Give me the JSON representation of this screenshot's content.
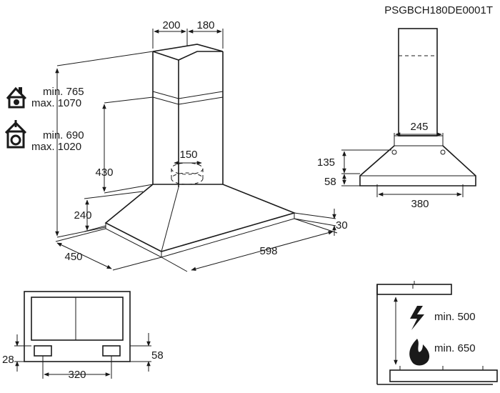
{
  "model_code": "PSGBCH180DE0001T",
  "main_view": {
    "top_depth": "200",
    "top_width": "180",
    "extraction": {
      "min": "min. 765",
      "max": "max. 1070"
    },
    "recirculation": {
      "min": "min. 690",
      "max": "max. 1020"
    },
    "chimney_height": "430",
    "outlet": "150",
    "canopy_height": "240",
    "depth": "450",
    "width": "598",
    "rim": "30"
  },
  "side_view": {
    "neck_width": "245",
    "hole_height": "135",
    "rim_offset": "58",
    "base_width": "380"
  },
  "front_view": {
    "left_offset": "28",
    "right_offset": "58",
    "spacing": "320"
  },
  "clearance": {
    "electric": "min. 500",
    "gas": "min. 650"
  }
}
